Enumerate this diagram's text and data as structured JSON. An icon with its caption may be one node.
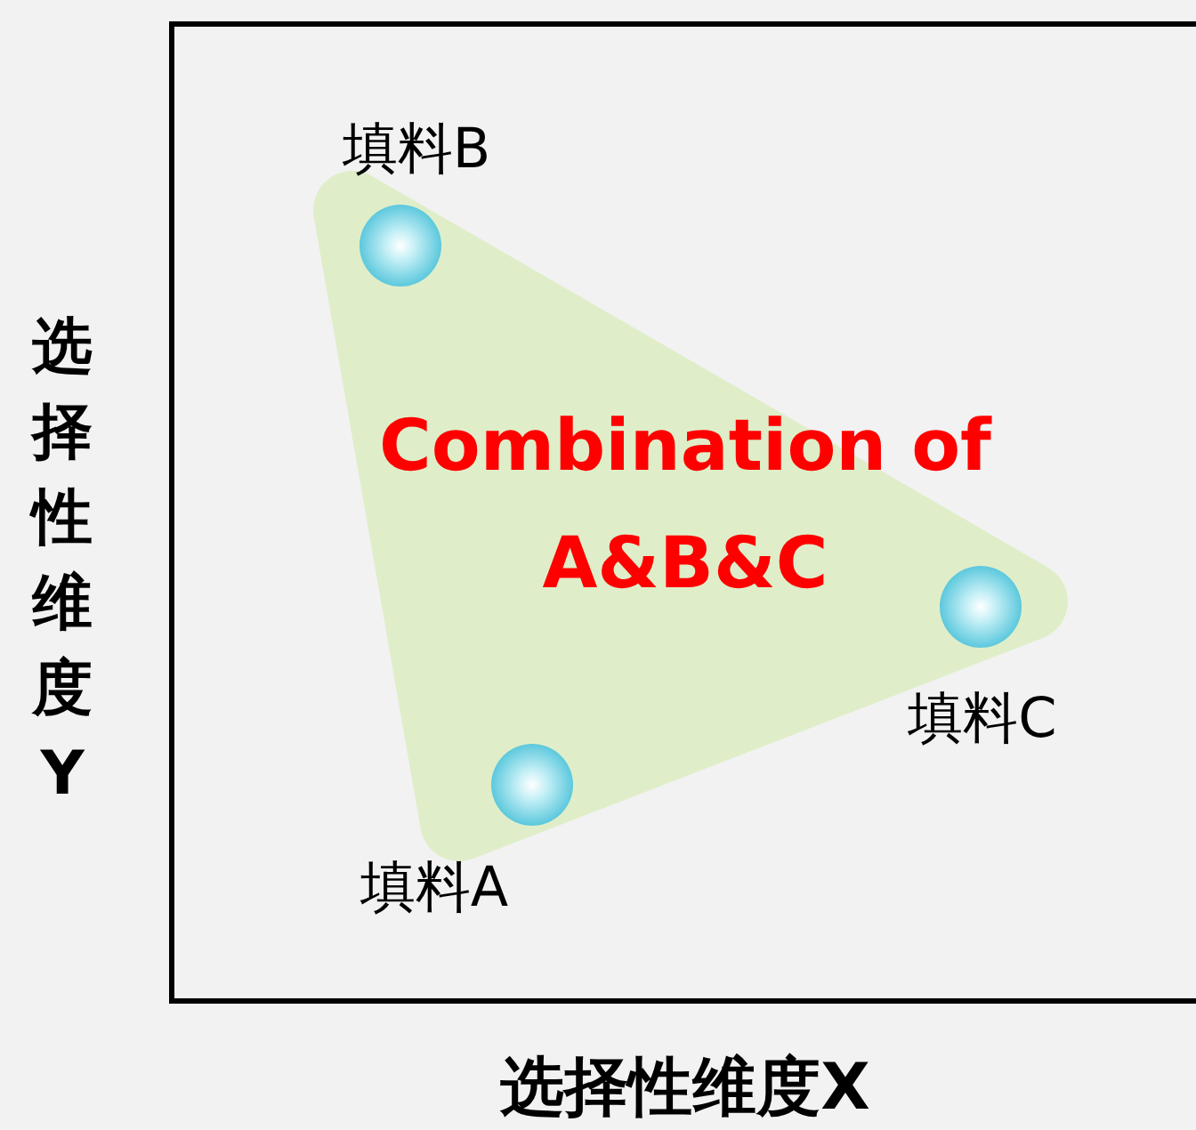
{
  "diagram": {
    "nodes": [
      {
        "text": [
          "Combination of A&B&C"
        ]
      },
      {
        "text": [],
        "shape": "circle",
        "in": 0,
        "beside": [
          "填料B"
        ]
      },
      {
        "text": [],
        "shape": "circle",
        "in": 0,
        "beside": [
          "填料C"
        ]
      },
      {
        "text": [],
        "shape": "circle",
        "in": 0,
        "beside": [
          "填料A"
        ]
      }
    ],
    "labels": [
      "选择性维度Y",
      "选择性维度X"
    ]
  }
}
